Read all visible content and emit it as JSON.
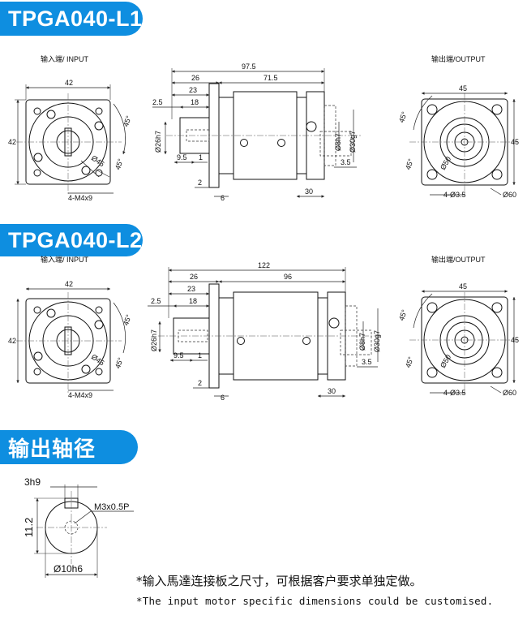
{
  "sections": {
    "l1_title": "TPGA040-L1",
    "l2_title": "TPGA040-L2",
    "shaft_title": "输出轴径"
  },
  "labels": {
    "input": "输入端/ INPUT",
    "output": "输出端/OUTPUT"
  },
  "l1": {
    "input_face": {
      "width": "42",
      "height": "42",
      "angle": "45°",
      "angle2": "45°",
      "bore": "Ø46",
      "holes": "4-M4x9"
    },
    "side": {
      "total": "97.5",
      "flange": "26",
      "body": "71.5",
      "d23": "23",
      "d18": "18",
      "d2_5": "2.5",
      "d9_5": "9.5",
      "d1": "1",
      "d2": "2",
      "d6": "6",
      "d30": "30",
      "d3_5": "3.5",
      "dia26": "Ø26h7",
      "dia8": "Ø8h7",
      "dia30": "Ø30g7"
    },
    "output_face": {
      "width": "45",
      "height": "45",
      "angle": "45°",
      "angle2": "45°",
      "pcd": "Ø50",
      "holes": "4-Ø3.5",
      "outer": "Ø60"
    }
  },
  "l2": {
    "input_face": {
      "width": "42",
      "height": "42",
      "angle": "45°",
      "angle2": "45°",
      "bore": "Ø46",
      "holes": "4-M4x9"
    },
    "side": {
      "total": "122",
      "flange": "26",
      "body": "96",
      "d23": "23",
      "d18": "18",
      "d2_5": "2.5",
      "d9_5": "9.5",
      "d1": "1",
      "d2": "2",
      "d6": "6",
      "d30": "30",
      "d3_5": "3.5",
      "dia26": "Ø26h7",
      "dia8": "Ø8h7",
      "dia30": "Ø30g7"
    },
    "output_face": {
      "width": "45",
      "height": "45",
      "angle": "45°",
      "angle2": "45°",
      "pcd": "Ø50",
      "holes": "4-Ø3.5",
      "outer": "Ø60"
    }
  },
  "shaft": {
    "key_width": "3h9",
    "height": "11.2",
    "thread": "M3x0.5P",
    "diameter": "Ø10h6"
  },
  "notes": {
    "cn": "*输入馬達连接板之尺寸，可根据客户要求单独定做。",
    "en": "*The input motor specific dimensions could be customised."
  }
}
